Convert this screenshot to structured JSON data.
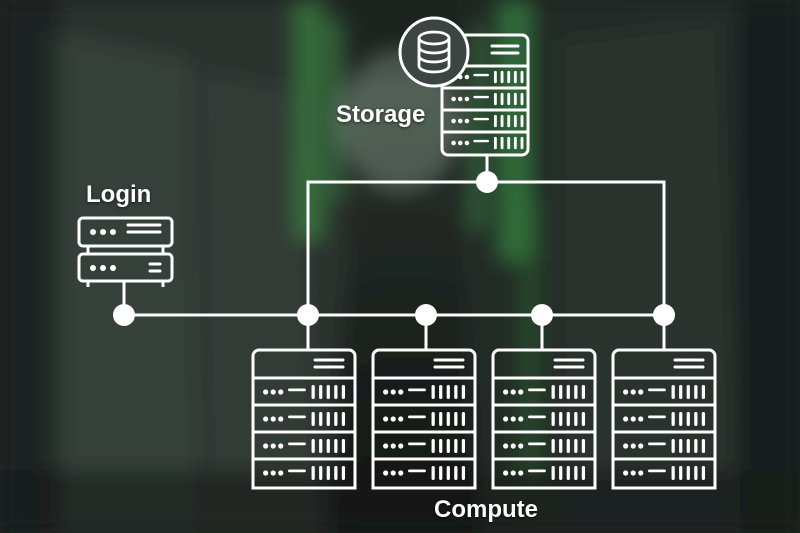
{
  "labels": {
    "storage": "Storage",
    "login": "Login",
    "compute": "Compute"
  },
  "nodes": [
    {
      "id": "storage",
      "type": "storage-server",
      "icon": "database-icon"
    },
    {
      "id": "login",
      "type": "login-server"
    },
    {
      "id": "compute-1",
      "type": "compute-server"
    },
    {
      "id": "compute-2",
      "type": "compute-server"
    },
    {
      "id": "compute-3",
      "type": "compute-server"
    },
    {
      "id": "compute-4",
      "type": "compute-server"
    }
  ],
  "colors": {
    "line": "#ffffff",
    "background": "#1a201c",
    "accent_green": "#3fa24a"
  }
}
